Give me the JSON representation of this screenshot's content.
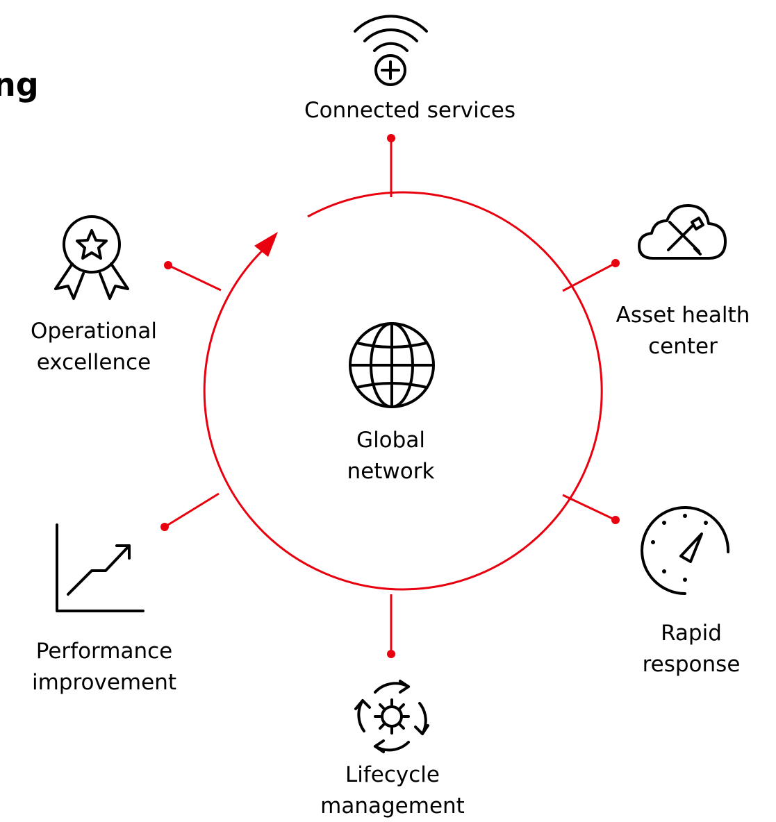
{
  "heading_fragment": "ng",
  "center": {
    "line1": "Global",
    "line2": "network",
    "icon": "globe-icon"
  },
  "nodes": [
    {
      "key": "connected",
      "line1": "Connected services",
      "line2": "",
      "icon": "wifi-plus-icon"
    },
    {
      "key": "asset",
      "line1": "Asset health",
      "line2": "center",
      "icon": "cloud-tools-icon"
    },
    {
      "key": "rapid",
      "line1": "Rapid",
      "line2": "response",
      "icon": "speedometer-icon"
    },
    {
      "key": "lifecycle",
      "line1": "Lifecycle",
      "line2": "management",
      "icon": "cycle-gear-icon"
    },
    {
      "key": "performance",
      "line1": "Performance",
      "line2": "improvement",
      "icon": "growth-chart-icon"
    },
    {
      "key": "operational",
      "line1": "Operational",
      "line2": "excellence",
      "icon": "award-ribbon-icon"
    }
  ],
  "colors": {
    "accent": "#e8000e",
    "text": "#000000",
    "background": "#ffffff"
  }
}
